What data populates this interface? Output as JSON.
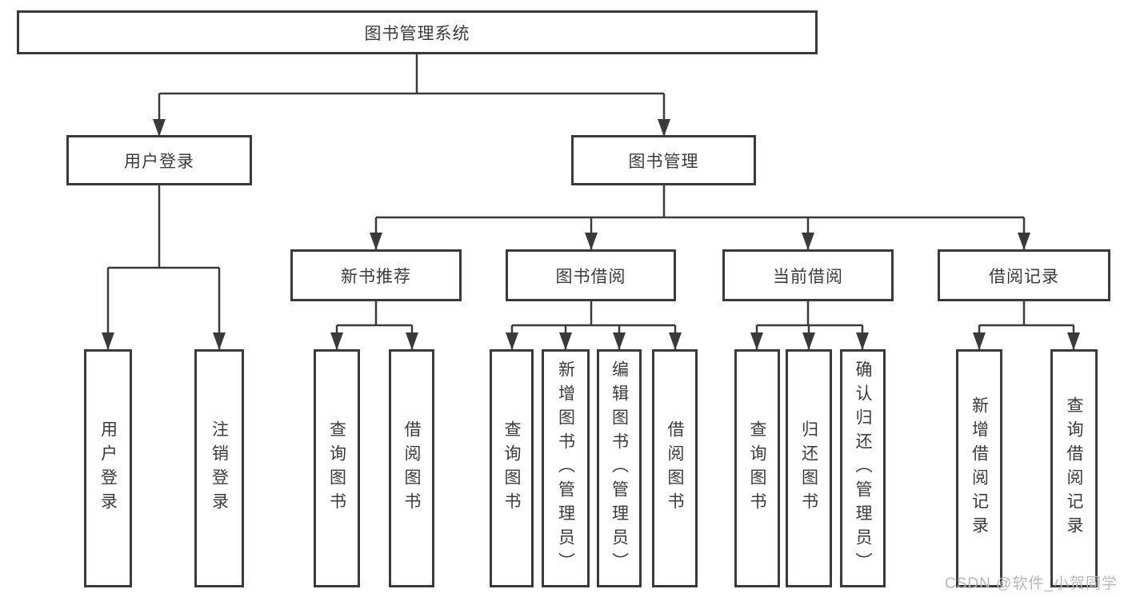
{
  "diagram": {
    "title": "图书管理系统",
    "watermark": "CSDN @软件_小贺同学",
    "colors": {
      "line": "#3a3a3a",
      "box_border": "#3a3a3a",
      "text": "#3b3b3b",
      "background": "#ffffff",
      "watermark": "#b8b8b8"
    },
    "nodes": {
      "root": {
        "label": "图书管理系统"
      },
      "user_login": {
        "label": "用户登录"
      },
      "book_mgmt": {
        "label": "图书管理"
      },
      "new_book_rec": {
        "label": "新书推荐"
      },
      "book_borrow": {
        "label": "图书借阅"
      },
      "current_borrow": {
        "label": "当前借阅"
      },
      "borrow_records": {
        "label": "借阅记录"
      },
      "leaf_user_login": {
        "label": "用户登录"
      },
      "leaf_logout": {
        "label": "注销登录"
      },
      "leaf_query_book_rec": {
        "label": "查询图书"
      },
      "leaf_borrow_book_rec": {
        "label": "借阅图书"
      },
      "leaf_query_book_borrow": {
        "label": "查询图书"
      },
      "leaf_add_book_admin": {
        "label": "新增图书（管理员）"
      },
      "leaf_edit_book_admin": {
        "label": "编辑图书（管理员）"
      },
      "leaf_borrow_book_borrow": {
        "label": "借阅图书"
      },
      "leaf_query_book_current": {
        "label": "查询图书"
      },
      "leaf_return_book": {
        "label": "归还图书"
      },
      "leaf_confirm_return_admin": {
        "label": "确认归还（管理员）"
      },
      "leaf_add_borrow_record": {
        "label": "新增借阅记录"
      },
      "leaf_query_borrow_record": {
        "label": "查询借阅记录"
      }
    },
    "structure": {
      "root_children": [
        "用户登录",
        "图书管理"
      ],
      "user_login_children": [
        "用户登录",
        "注销登录"
      ],
      "book_mgmt_children": [
        "新书推荐",
        "图书借阅",
        "当前借阅",
        "借阅记录"
      ],
      "new_book_rec_children": [
        "查询图书",
        "借阅图书"
      ],
      "book_borrow_children": [
        "查询图书",
        "新增图书（管理员）",
        "编辑图书（管理员）",
        "借阅图书"
      ],
      "current_borrow_children": [
        "查询图书",
        "归还图书",
        "确认归还（管理员）"
      ],
      "borrow_records_children": [
        "新增借阅记录",
        "查询借阅记录"
      ]
    }
  }
}
